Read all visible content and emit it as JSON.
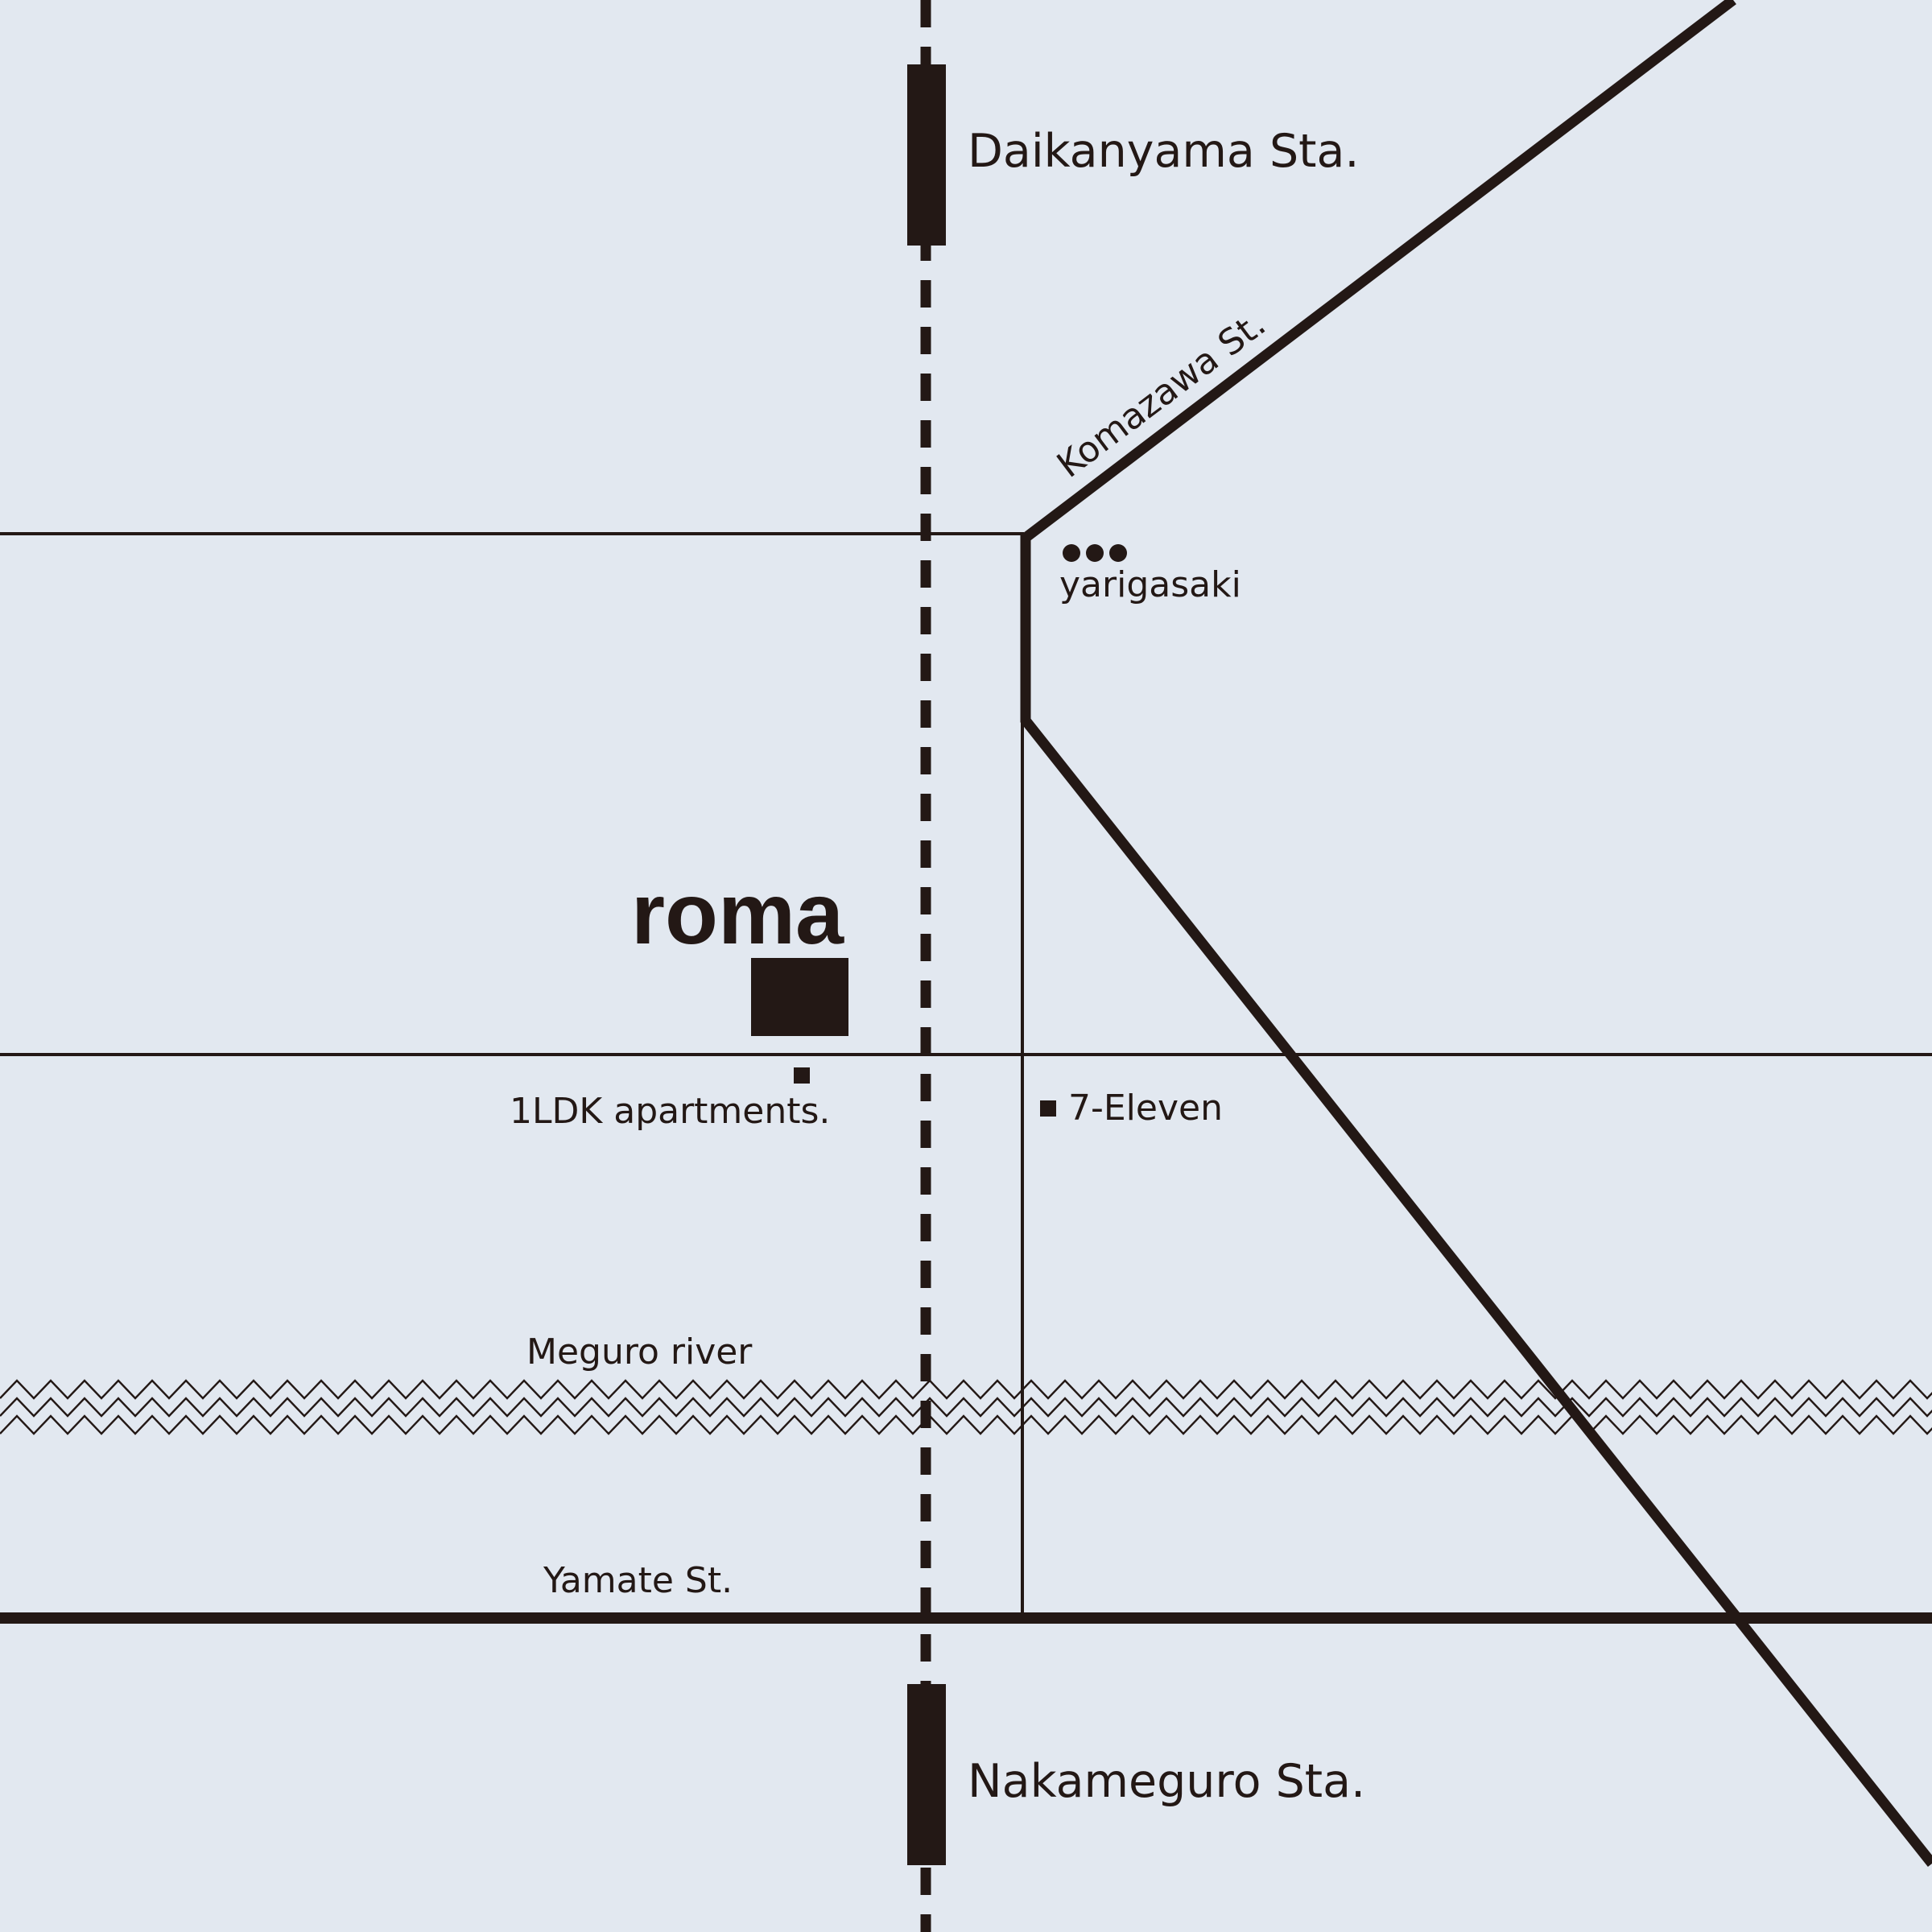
{
  "colors": {
    "background": "#e2e8f0",
    "ink": "#231815"
  },
  "stations": {
    "north": "Daikanyama Sta.",
    "south": "Nakameguro Sta."
  },
  "streets": {
    "komazawa": "Komazawa St.",
    "yamate": "Yamate St."
  },
  "river": {
    "label": "Meguro river"
  },
  "landmarks": {
    "yarigasaki": "yarigasaki",
    "seven_eleven": "7-Eleven",
    "apartments": "1LDK apartments."
  },
  "venue": {
    "name": "roma"
  }
}
